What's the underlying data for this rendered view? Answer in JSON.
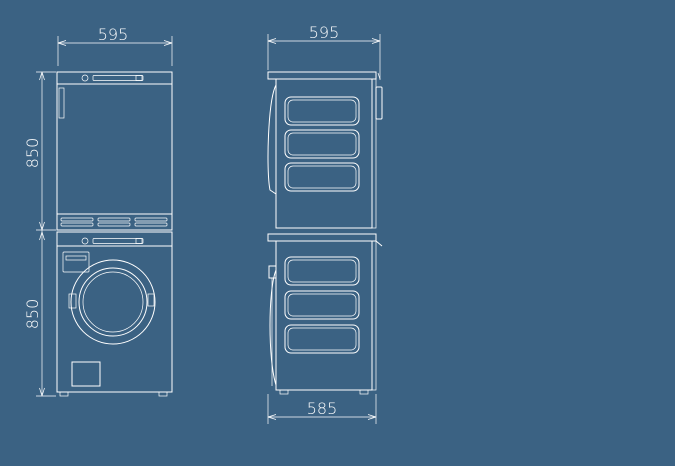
{
  "colors": {
    "background": "#3b6283",
    "line": "#ffffff"
  },
  "dimensions": {
    "front_width": "595",
    "side_depth_top": "595",
    "side_depth_bottom": "585",
    "dryer_height": "850",
    "washer_height": "850"
  }
}
